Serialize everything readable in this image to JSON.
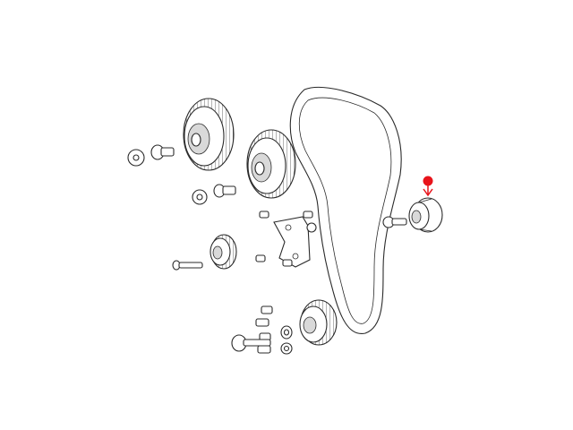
{
  "diagram": {
    "marker_color": "#e8141b",
    "line_color": "#2a2a2a",
    "background": "#ffffff",
    "parts": [
      {
        "id": "timing-belt"
      },
      {
        "id": "camshaft-sprocket-left"
      },
      {
        "id": "camshaft-sprocket-right"
      },
      {
        "id": "tensioner-pulley"
      },
      {
        "id": "idler-pulley"
      },
      {
        "id": "crankshaft-sprocket"
      },
      {
        "id": "rear-timing-cover-bracket"
      }
    ],
    "highlighted_part": "idler-pulley"
  }
}
